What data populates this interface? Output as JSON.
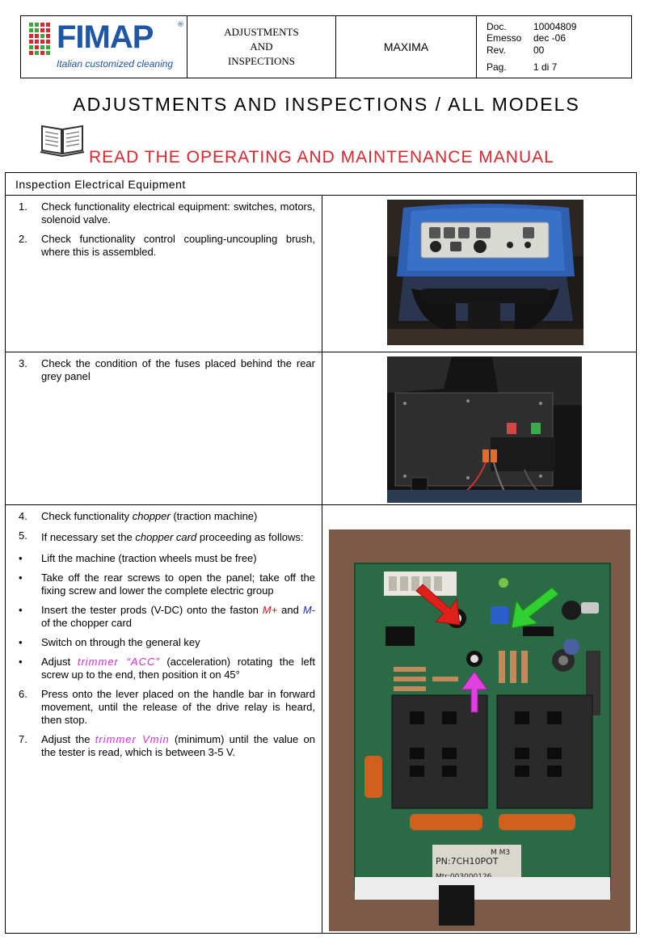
{
  "header": {
    "logo": {
      "brand": "FIMAP",
      "reg": "®",
      "tagline": "Italian customized cleaning"
    },
    "doc_title_lines": [
      "ADJUSTMENTS",
      "AND",
      "INSPECTIONS"
    ],
    "product": "MAXIMA",
    "doc_info": [
      {
        "key": "Doc.",
        "value": "10004809"
      },
      {
        "key": "Emesso",
        "value": "dec -06"
      },
      {
        "key": "Rev.",
        "value": "00"
      },
      {
        "key": "Pag.",
        "value": "1 di 7"
      }
    ]
  },
  "main_title": "ADJUSTMENTS AND INSPECTIONS /  ALL MODELS",
  "manual_title": "READ THE OPERATING AND MAINTENANCE MANUAL",
  "table": {
    "heading": "Inspection Electrical Equipment",
    "row1": [
      {
        "num": "1.",
        "text": "Check functionality electrical equipment: switches, motors, solenoid valve."
      },
      {
        "num": "2.",
        "text": "Check functionality control coupling-uncoupling brush, where this is assembled."
      }
    ],
    "row2": [
      {
        "num": "3.",
        "text": "Check the condition of the fuses placed behind the rear grey panel"
      }
    ],
    "row3": {
      "i4": {
        "num": "4.",
        "a": "Check functionality ",
        "b": "chopper",
        "c": " (traction machine)"
      },
      "i5": {
        "num": "5.",
        "a": "If necessary set the ",
        "b": "chopper card",
        "c": " proceeding as follows:"
      },
      "b1": {
        "num": "•",
        "text": "Lift the machine (traction wheels must be free)"
      },
      "b2": {
        "num": "•",
        "text": "Take off the rear screws to open the panel; take off the fixing screw and lower the complete electric group"
      },
      "b3": {
        "num": "•",
        "a": "Insert the tester prods (V-DC) onto the faston ",
        "mplus": "M+",
        "and": " and ",
        "mminus": "M-",
        "c": " of the chopper card"
      },
      "b4": {
        "num": "•",
        "text": "Switch on through the general key"
      },
      "b5": {
        "num": "•",
        "a": "Adjust ",
        "b": "trimmer “ACC”",
        "c": " (acceleration) rotating the left screw up to the end, then position it on 45°"
      },
      "i6": {
        "num": "6.",
        "text": "Press onto the lever placed on the handle bar in forward movement, until the release of the drive relay is heard, then stop."
      },
      "i7": {
        "num": "7.",
        "a": "Adjust the ",
        "b": "trimmer Vmin",
        "c": " (minimum) until the value on the tester is read, which is between 3-5 V."
      }
    },
    "card_label": {
      "pn": "PN:7CH10POT",
      "mtr": "Mtr:003000126",
      "side": "M M3"
    }
  },
  "colors": {
    "brand_blue": "#1f56a6",
    "manual_red": "#d9272e",
    "pink": "#d62ad6"
  }
}
